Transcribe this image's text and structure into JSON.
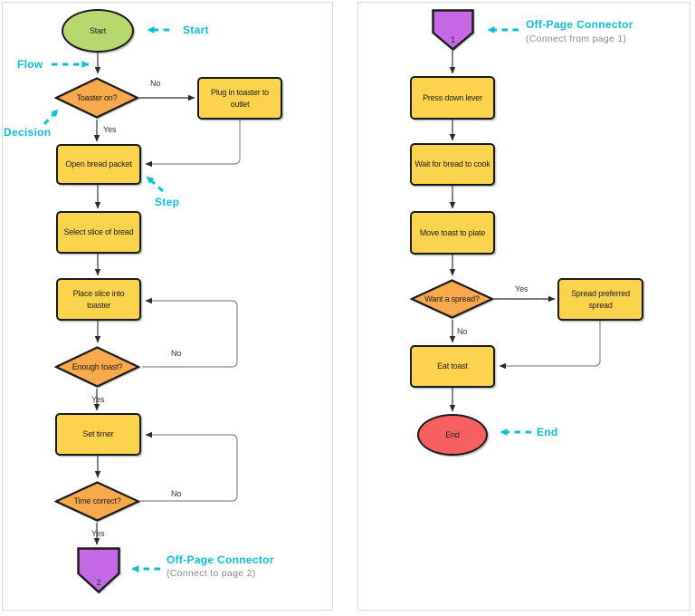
{
  "colors": {
    "accent_cyan": "#0cbfd6",
    "step_fill": "#fcd34d",
    "decision_fill": "#f8a94b",
    "start_fill": "#b7d86f",
    "end_fill": "#f66060",
    "offpage_fill": "#c468e4",
    "connector_line": "#4f4f4f",
    "annotation_sub_gray": "#8a8a8a"
  },
  "page1": {
    "nodes": {
      "start": "Start",
      "toaster_on": "Toaster on?",
      "plug_in": "Plug in toaster to outlet",
      "open_bread": "Open bread packet",
      "select_slice": "Select slice of bread",
      "place_slice": "Place slice into toaster",
      "enough_toast": "Enough toast?",
      "set_timer": "Set timer",
      "time_correct": "Time correct?",
      "offpage": "2"
    },
    "edge_labels": {
      "toaster_no": "No",
      "toaster_yes": "Yes",
      "enough_no": "No",
      "enough_yes": "Yes",
      "time_no": "No",
      "time_yes": "Yes"
    },
    "annotations": {
      "start": "Start",
      "flow": "Flow",
      "decision": "Decision",
      "step": "Step",
      "offpage_title": "Off-Page Connector",
      "offpage_sub": "(Connect to page 2)"
    }
  },
  "page2": {
    "nodes": {
      "offpage": "1",
      "press_lever": "Press down lever",
      "wait_bread": "Wait for bread to cook",
      "move_toast": "Move toast to plate",
      "want_spread": "Want a spread?",
      "spread_preferred": "Spread preferred spread",
      "eat_toast": "Eat toast",
      "end": "End"
    },
    "edge_labels": {
      "spread_yes": "Yes",
      "spread_no": "No"
    },
    "annotations": {
      "offpage_title": "Off-Page Connector",
      "offpage_sub": "(Connect from page 1)",
      "end": "End"
    }
  }
}
